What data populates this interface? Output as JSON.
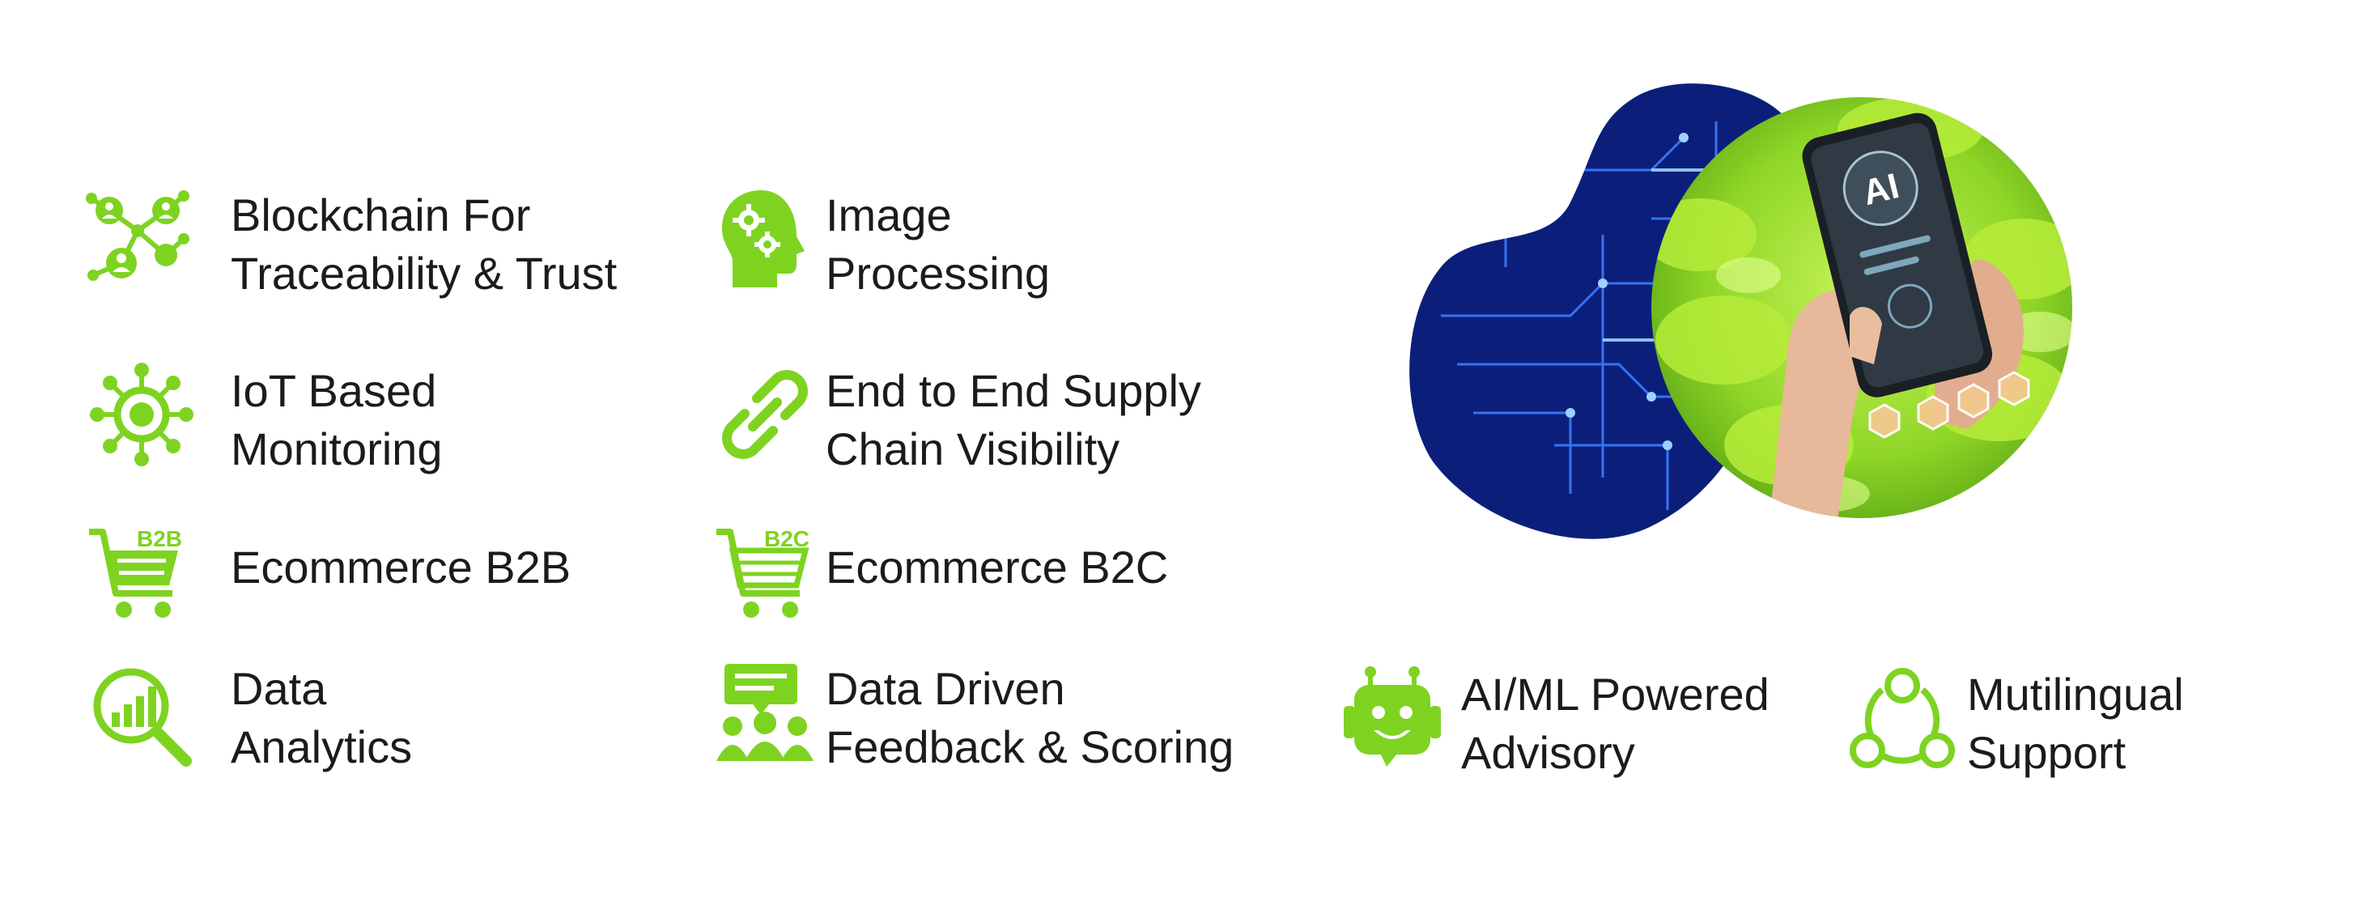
{
  "colors": {
    "accent": "#7ed321",
    "text": "#1b1b1b",
    "circuit": "#0b2a8c"
  },
  "features": [
    {
      "id": "blockchain",
      "icon": "network-people-icon",
      "lines": [
        "Blockchain For",
        "Traceability & Trust"
      ]
    },
    {
      "id": "image",
      "icon": "head-gears-icon",
      "lines": [
        "Image",
        "Processing"
      ]
    },
    {
      "id": "iot",
      "icon": "iot-hub-icon",
      "lines": [
        "IoT Based",
        "Monitoring"
      ]
    },
    {
      "id": "supply",
      "icon": "chain-link-icon",
      "lines": [
        "End to End Supply",
        "Chain Visibility"
      ]
    },
    {
      "id": "b2b",
      "icon": "cart-b2b-icon",
      "badge": "B2B",
      "lines": [
        "Ecommerce B2B"
      ]
    },
    {
      "id": "b2c",
      "icon": "cart-b2c-icon",
      "badge": "B2C",
      "lines": [
        "Ecommerce B2C"
      ]
    },
    {
      "id": "analytics",
      "icon": "magnifier-chart-icon",
      "lines": [
        "Data",
        "Analytics"
      ]
    },
    {
      "id": "feedback",
      "icon": "group-feedback-icon",
      "lines": [
        "Data Driven",
        "Feedback & Scoring"
      ]
    },
    {
      "id": "ai",
      "icon": "robot-chat-icon",
      "lines": [
        "AI/ML Powered",
        "Advisory"
      ]
    },
    {
      "id": "multilingual",
      "icon": "three-node-cycle-icon",
      "lines": [
        "Mutilingual",
        "Support"
      ]
    }
  ],
  "hero": {
    "phone_badge": "AI"
  }
}
